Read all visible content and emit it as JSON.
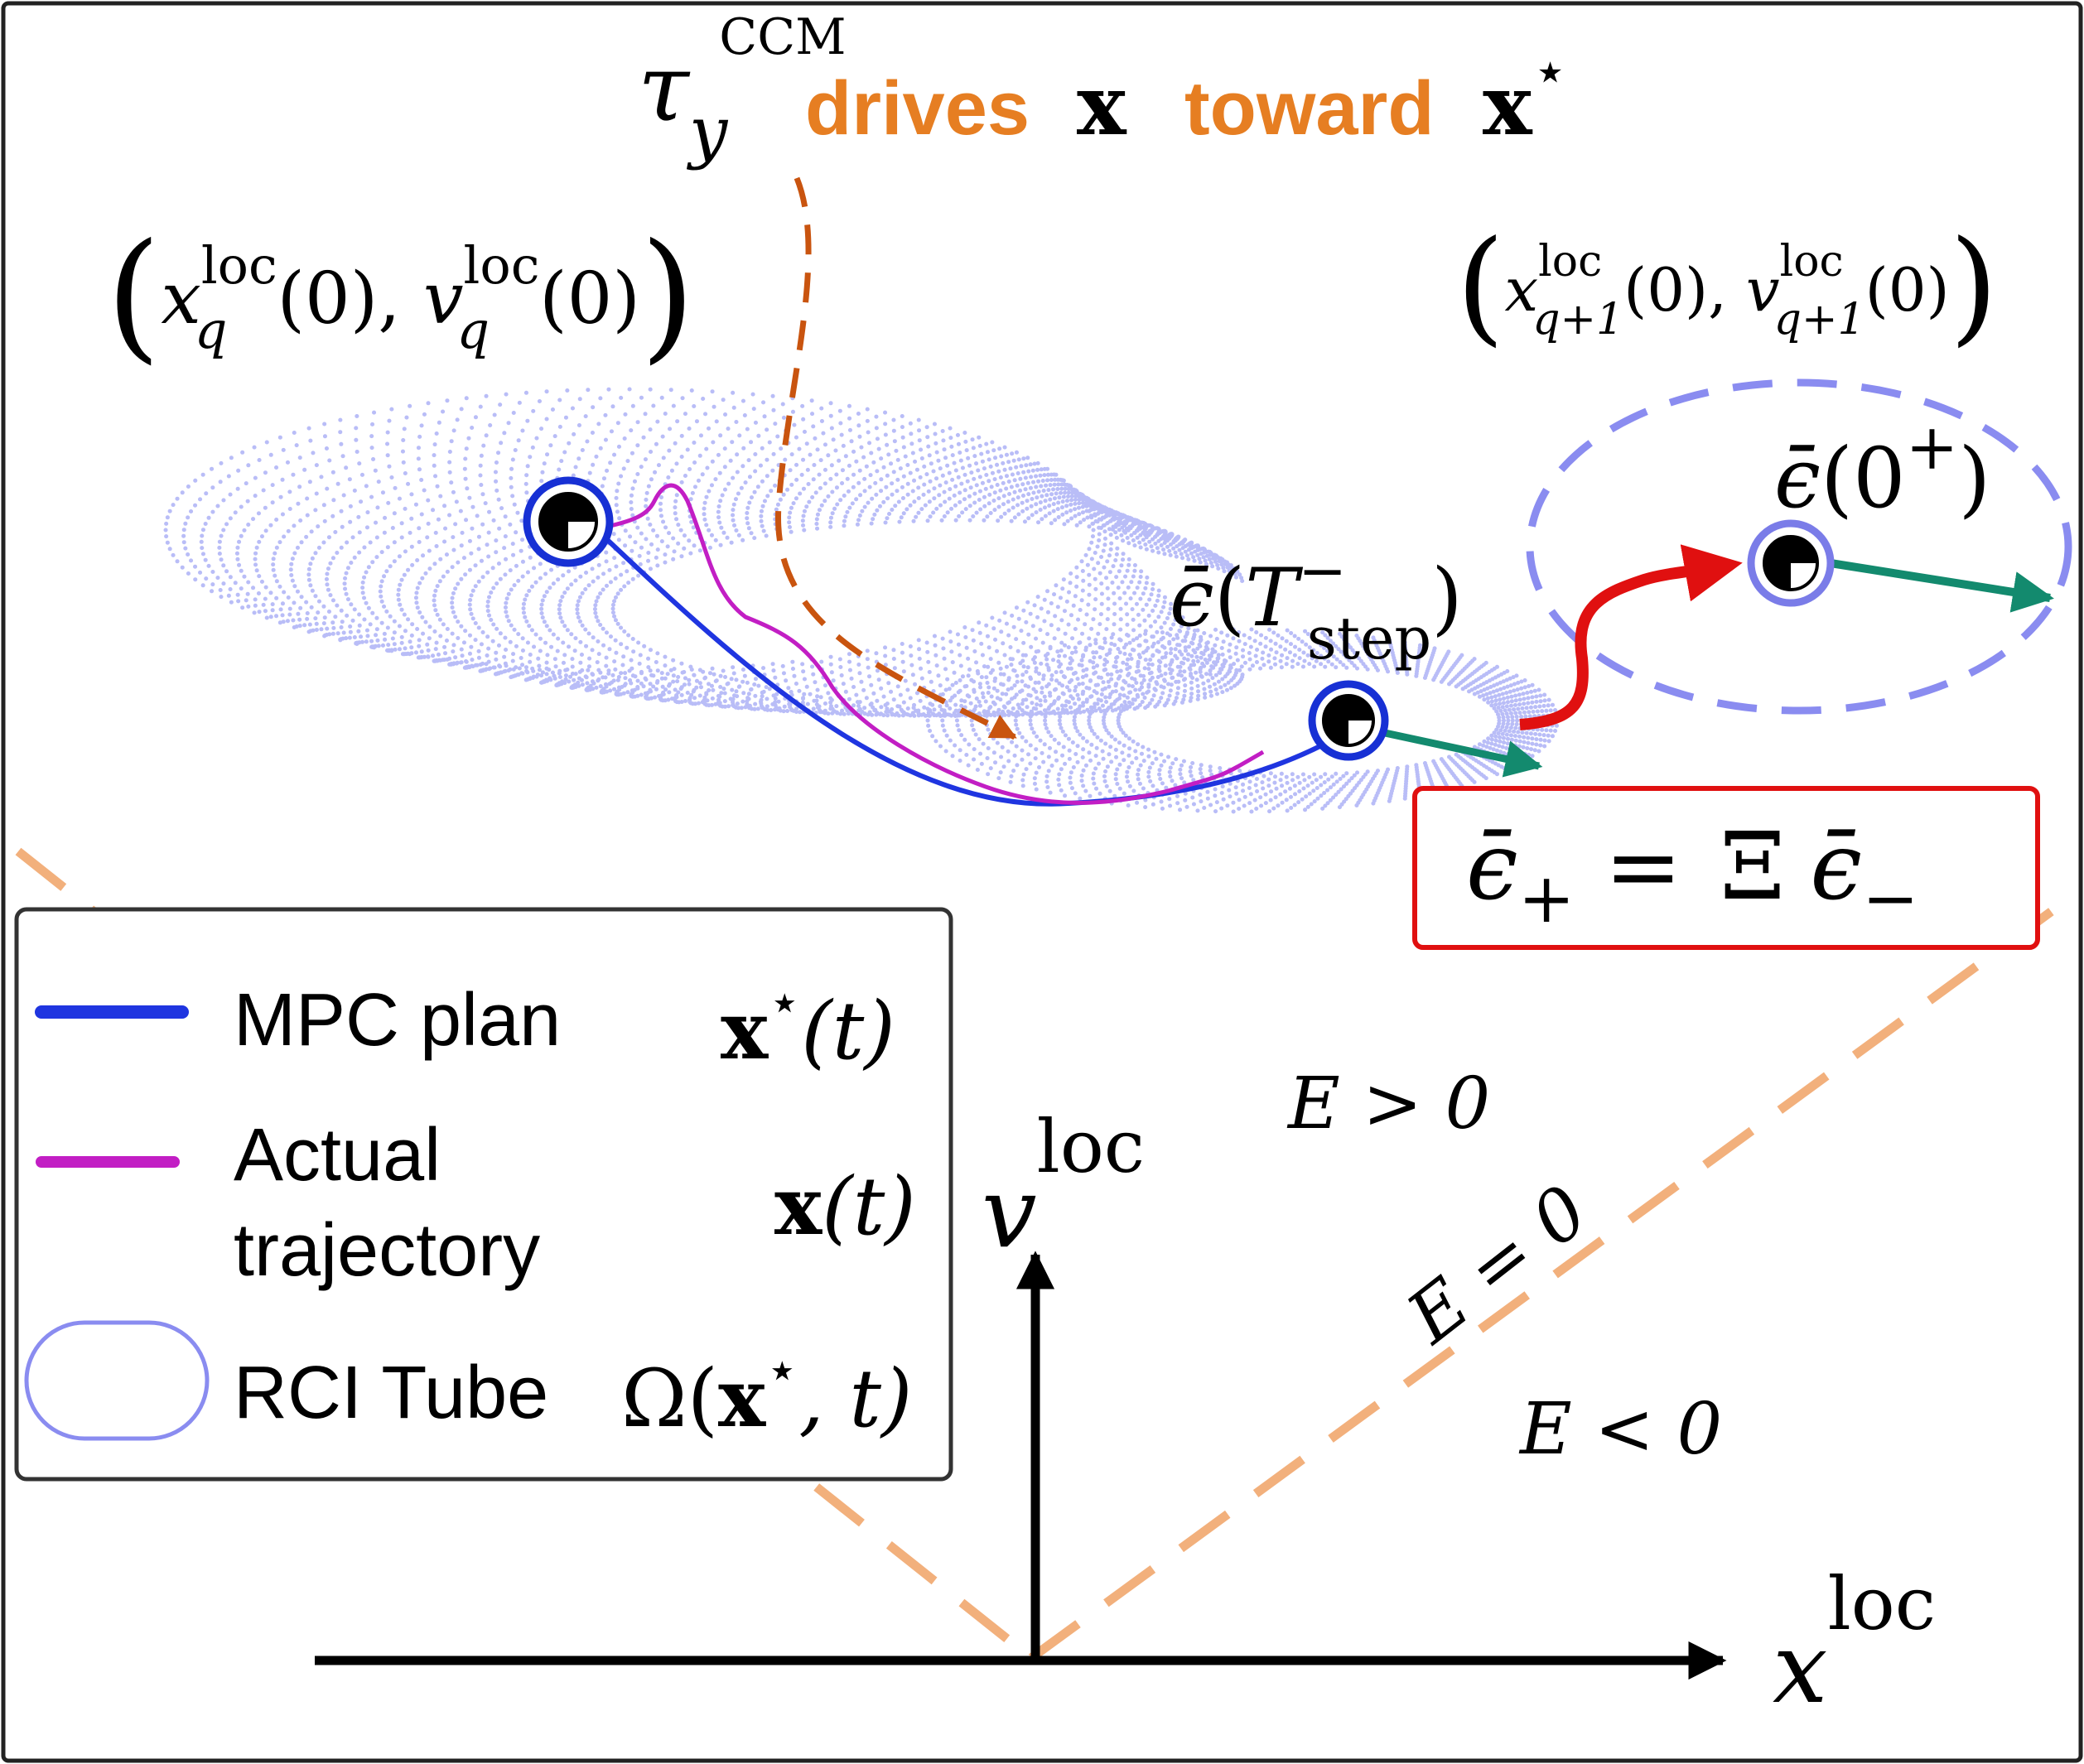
{
  "colors": {
    "frame": "#222222",
    "mpc_plan": "#1f35e0",
    "actual": "#c21ec4",
    "tube": "#8888ee",
    "tube_dots": "#b9bdf7",
    "energy_boundary": "#f2b07c",
    "label_orange": "#e67e22",
    "guide_arrow": "#c9540f",
    "impact_arrow": "#e01010",
    "velocity_arrow": "#138a6e",
    "reset_box": "#e01010",
    "node_ring": "#1730d4"
  },
  "title": {
    "tau": "τ",
    "tau_sub": "y",
    "tau_sup": "CCM",
    "drives": "drives",
    "x_bold": "x",
    "toward": "toward",
    "x_star": "x",
    "star": "⋆"
  },
  "state_q": {
    "open": "(",
    "x": "x",
    "x_sup": "loc",
    "x_sub": "q",
    "arg0": "(0), ",
    "v": "v",
    "v_sup": "loc",
    "v_sub": "q",
    "arg1": "(0)",
    "close": ")"
  },
  "state_q1": {
    "open": "(",
    "x": "x",
    "x_sup": "loc",
    "x_sub": "q+1",
    "arg0": "(0), ",
    "v": "v",
    "v_sup": "loc",
    "v_sub": "q+1",
    "arg1": "(0)",
    "close": ")"
  },
  "eps_pre": {
    "eps": "ϵ̄",
    "open": "(",
    "T": "T",
    "sup": "−",
    "sub": "step",
    "close": ")"
  },
  "eps_post": {
    "eps": "ϵ̄",
    "open": "(0",
    "sup": "+",
    "close": ")"
  },
  "reset_map": {
    "lhs": "ϵ̄",
    "lhs_sub": "+",
    "eq": " = ",
    "xi": "Ξ",
    "rhs": "ϵ̄",
    "rhs_sub": "−"
  },
  "legend": {
    "items": [
      {
        "label": "MPC plan",
        "symbol": "x",
        "symbol_sup": "⋆",
        "symbol_arg": "(t)"
      },
      {
        "label_line1": "Actual",
        "label_line2": "trajectory",
        "symbol": "x",
        "symbol_arg": "(t)"
      },
      {
        "label": "RCI Tube",
        "symbol_omega": "Ω(",
        "symbol": "x",
        "symbol_sup": "⋆",
        "symbol_arg": ", t)"
      }
    ]
  },
  "energy": {
    "positive": "E > 0",
    "zero": "E = 0",
    "negative": "E < 0"
  },
  "axes": {
    "x": "x",
    "x_sup": "loc",
    "v": "v",
    "v_sup": "loc"
  }
}
